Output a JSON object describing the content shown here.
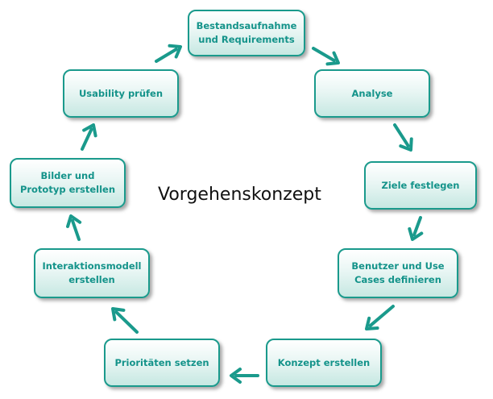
{
  "title": "Vorgehenskonzept",
  "steps": [
    "Bestandsaufnahme\nund Requirements",
    "Analyse",
    "Ziele festlegen",
    "Benutzer und Use\nCases definieren",
    "Konzept erstellen",
    "Prioritäten setzen",
    "Interaktionsmodell\nerstellen",
    "Bilder und\nPrototyp erstellen",
    "Usability prüfen"
  ],
  "colors": {
    "accent": "#1a9a8c",
    "text": "#14938a",
    "title": "#111111"
  }
}
